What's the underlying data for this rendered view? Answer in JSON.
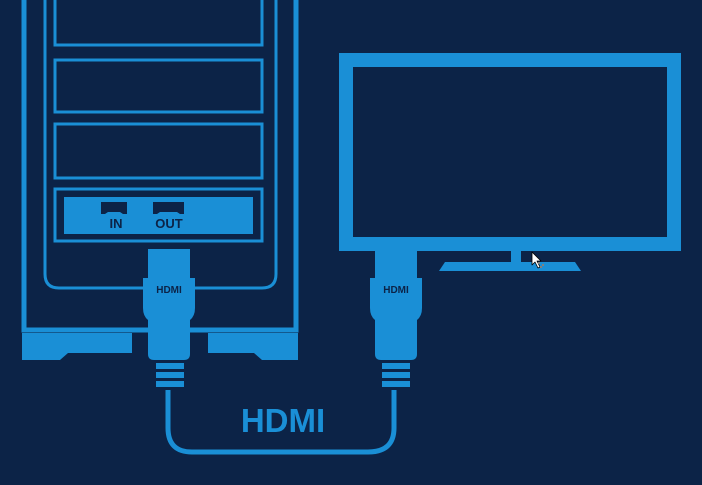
{
  "colors": {
    "background": "#0c2347",
    "line": "#1a8fd6",
    "port": "#0c2347"
  },
  "computer": {
    "ports": {
      "in_label": "IN",
      "out_label": "OUT"
    }
  },
  "connectors": {
    "left_label": "HDMI",
    "right_label": "HDMI"
  },
  "cable": {
    "label": "HDMI"
  },
  "icons": {
    "pointer": "mouse-cursor-icon"
  }
}
